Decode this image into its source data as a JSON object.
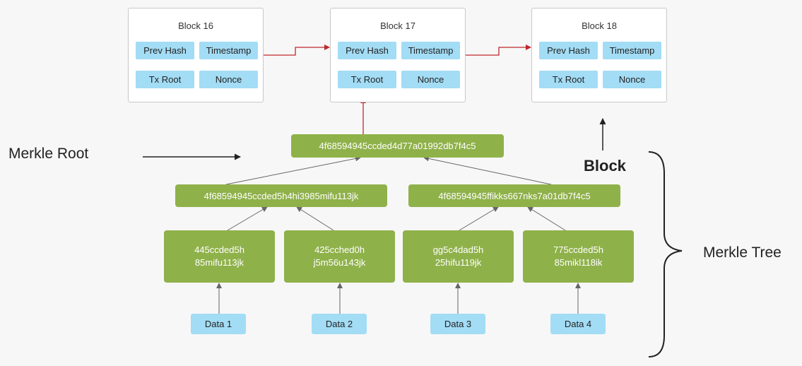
{
  "blocks": [
    {
      "title": "Block 16",
      "prev_hash": "Prev Hash",
      "timestamp": "Timestamp",
      "tx_root": "Tx Root",
      "nonce": "Nonce"
    },
    {
      "title": "Block 17",
      "prev_hash": "Prev Hash",
      "timestamp": "Timestamp",
      "tx_root": "Tx Root",
      "nonce": "Nonce"
    },
    {
      "title": "Block 18",
      "prev_hash": "Prev Hash",
      "timestamp": "Timestamp",
      "tx_root": "Tx Root",
      "nonce": "Nonce"
    }
  ],
  "merkle_root_hash": "4f68594945ccded4d77a01992db7f4c5",
  "branch_hashes": [
    "4f68594945ccded5h4hi3985mifu113jk",
    "4f68594945ffikks667nks7a01db7f4c5"
  ],
  "leaf_hashes": [
    {
      "line1": "445ccded5h",
      "line2": "85mifu113jk"
    },
    {
      "line1": "425cched0h",
      "line2": "j5m56u143jk"
    },
    {
      "line1": "gg5c4dad5h",
      "line2": "25hifu119jk"
    },
    {
      "line1": "775ccded5h",
      "line2": "85mikl118ik"
    }
  ],
  "data_items": [
    "Data 1",
    "Data 2",
    "Data 3",
    "Data 4"
  ],
  "labels": {
    "merkle_root": "Merkle Root",
    "block": "Block",
    "merkle_tree": "Merkle Tree"
  },
  "colors": {
    "hash_green": "#8fb14a",
    "field_blue": "#a3dcf5",
    "chain_arrow_red": "#c0272d",
    "tree_arrow_gray": "#666666"
  }
}
